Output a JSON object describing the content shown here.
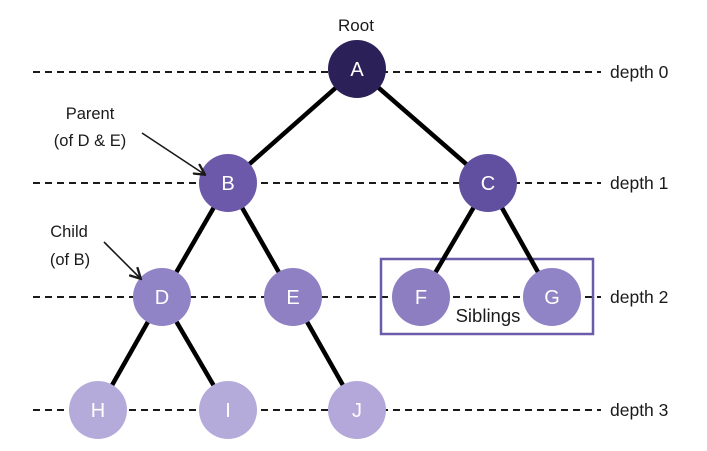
{
  "tree": {
    "nodes": [
      {
        "id": "A",
        "depth": 0,
        "fill": "#2b2158"
      },
      {
        "id": "B",
        "depth": 1,
        "fill": "#6d59a9"
      },
      {
        "id": "C",
        "depth": 1,
        "fill": "#61509f"
      },
      {
        "id": "D",
        "depth": 2,
        "fill": "#9184c6"
      },
      {
        "id": "E",
        "depth": 2,
        "fill": "#8f80c3"
      },
      {
        "id": "F",
        "depth": 2,
        "fill": "#8d7ec2"
      },
      {
        "id": "G",
        "depth": 2,
        "fill": "#9184c6"
      },
      {
        "id": "H",
        "depth": 3,
        "fill": "#b5abdb"
      },
      {
        "id": "I",
        "depth": 3,
        "fill": "#b5abdb"
      },
      {
        "id": "J",
        "depth": 3,
        "fill": "#b3a8d9"
      }
    ],
    "edges": [
      [
        "A",
        "B"
      ],
      [
        "A",
        "C"
      ],
      [
        "B",
        "D"
      ],
      [
        "B",
        "E"
      ],
      [
        "C",
        "F"
      ],
      [
        "C",
        "G"
      ],
      [
        "D",
        "H"
      ],
      [
        "D",
        "I"
      ],
      [
        "E",
        "J"
      ]
    ]
  },
  "annotations": {
    "root": "Root",
    "parent": {
      "line1": "Parent",
      "line2": "(of D & E)"
    },
    "child": {
      "line1": "Child",
      "line2": "(of B)"
    },
    "siblings": "Siblings"
  },
  "depth_labels": [
    "depth 0",
    "depth 1",
    "depth 2",
    "depth 3"
  ],
  "colors": {
    "background": "#ffffff",
    "edge": "#000000",
    "node_text": "#ffffff",
    "dashed_line": "#1a1a1a",
    "annotation_text": "#1a1a1a",
    "siblings_box": "#6c5aab"
  }
}
